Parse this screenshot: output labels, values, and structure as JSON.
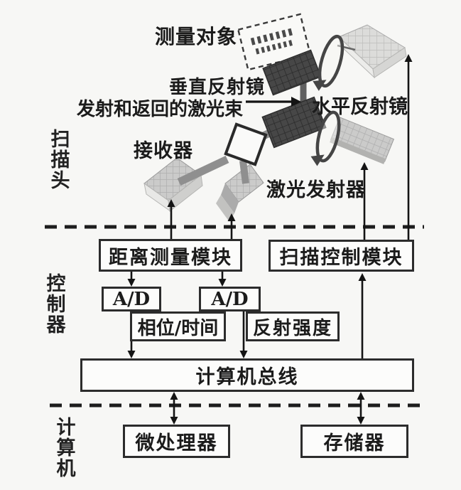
{
  "section_labels": {
    "scan_head": "扫描头",
    "controller": "控制器",
    "computer": "计算机"
  },
  "scan_head": {
    "object_label": "测量对象",
    "vertical_mirror_label": "垂直反射镜",
    "laser_beam_label": "发射和返回的激光束",
    "horizontal_mirror_label": "水平反射镜",
    "receiver_label": "接收器",
    "laser_emitter_label": "激光发射器"
  },
  "controller": {
    "distance_module": "距离测量模块",
    "scan_control_module": "扫描控制模块",
    "ad_left": "A/D",
    "ad_right": "A/D",
    "phase_time": "相位/时间",
    "reflection_intensity": "反射强度",
    "computer_bus": "计算机总线"
  },
  "computer": {
    "microprocessor": "微处理器",
    "memory": "存储器"
  },
  "colors": {
    "background": "#f7f7f5",
    "ink": "#1b1b1b",
    "box_border": "#2c2c2c",
    "mirror_dark": "#454545",
    "component_gray": "#cccccc",
    "rod_gray": "#8f8f8f"
  }
}
